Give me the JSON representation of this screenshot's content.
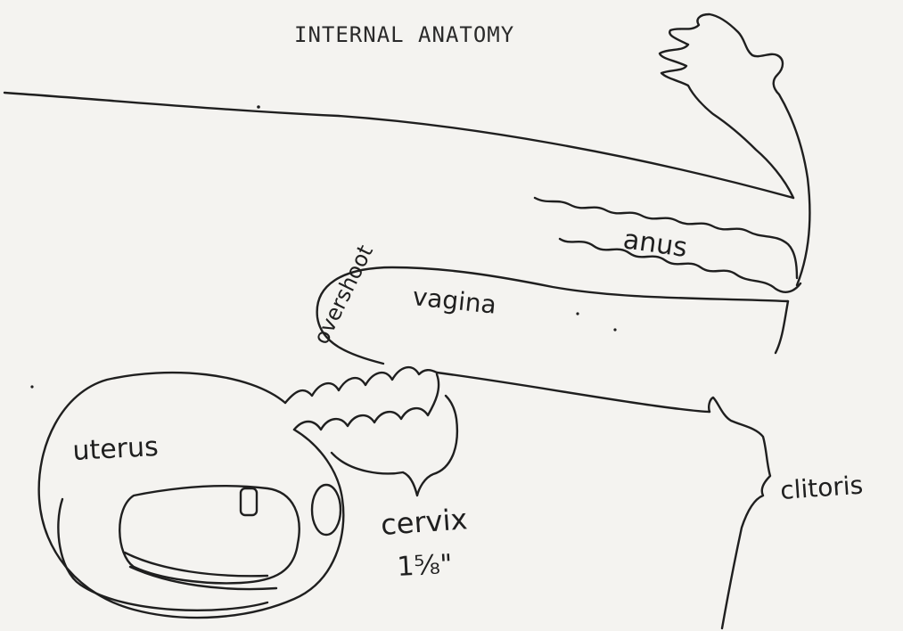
{
  "title": "INTERNAL ANATOMY",
  "labels": {
    "anus": "anus",
    "vagina": "vagina",
    "overshoot": "overshoot",
    "uterus": "uterus",
    "cervix": "cervix",
    "cervix_length": "1⁵⁄₈\"",
    "clitoris": "clitoris"
  },
  "colors": {
    "paper": "#f4f3f0",
    "ink": "#1f1f1f"
  }
}
